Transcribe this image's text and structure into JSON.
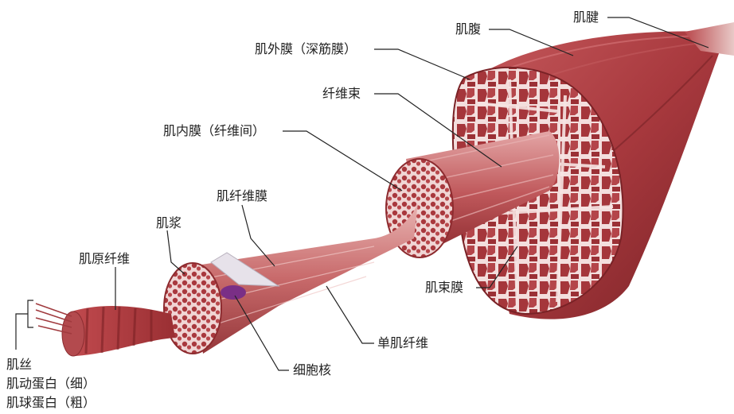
{
  "labels": {
    "muscle_belly": "肌腹",
    "tendon": "肌腱",
    "epimysium": "肌外膜（深筋膜）",
    "fascicle": "纤维束",
    "endomysium": "肌内膜（纤维间）",
    "sarcolemma": "肌纤维膜",
    "sarcoplasm": "肌浆",
    "myofibril": "肌原纤维",
    "perimysium": "肌束膜",
    "single_fiber": "单肌纤维",
    "nucleus": "细胞核",
    "myofilament": "肌丝",
    "actin": "肌动蛋白（细）",
    "myosin": "肌球蛋白（粗）"
  },
  "colors": {
    "muscle_dark": "#8e2a2e",
    "muscle_mid": "#b24347",
    "muscle_light": "#d98a8c",
    "membrane": "#f2d6d4",
    "nucleus": "#7a2f86",
    "leader": "#222222"
  }
}
